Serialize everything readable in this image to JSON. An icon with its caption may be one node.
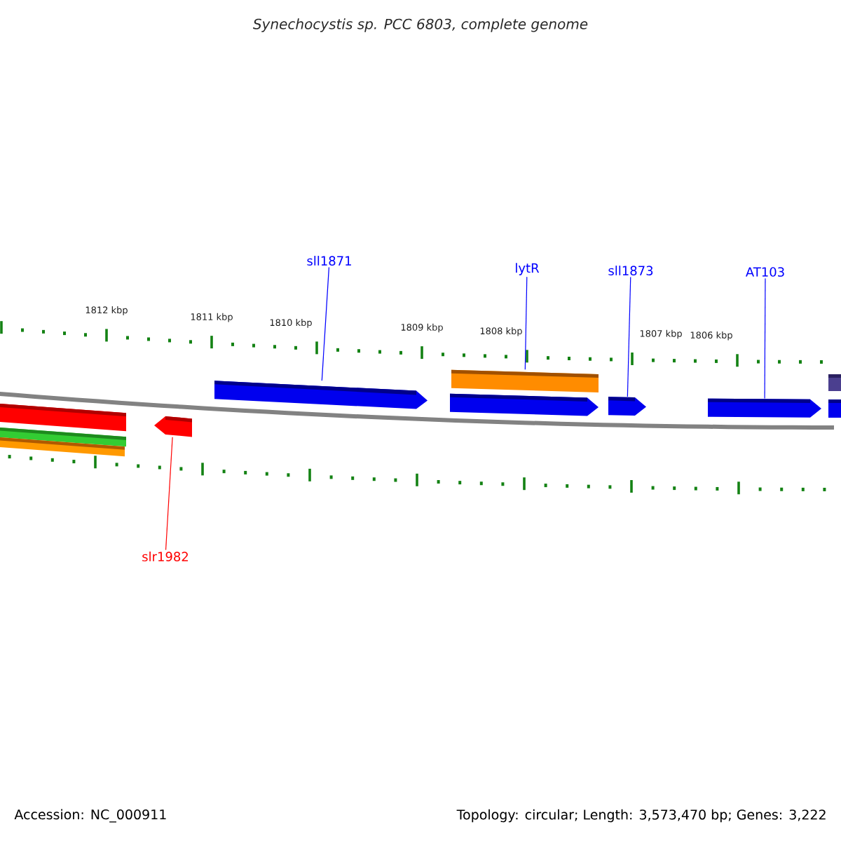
{
  "diagram": {
    "title": "Synechocystis sp. PCC 6803, complete genome",
    "nodes": [
      {
        "text": [
          "sll1871"
        ]
      },
      {
        "text": [
          "lytR"
        ]
      },
      {
        "text": [
          "sll1873"
        ]
      },
      {
        "text": [
          "AT103"
        ]
      },
      {
        "text": [],
        "shape": "bar"
      },
      {
        "text": [],
        "shape": "bar"
      },
      {
        "text": [],
        "shape": "bar"
      },
      {
        "text": [],
        "shape": "pentagon"
      },
      {
        "text": [],
        "shape": "pentagon"
      },
      {
        "text": [],
        "shape": "bar"
      },
      {
        "text": [],
        "shape": "pentagon"
      },
      {
        "text": [],
        "shape": "pentagon"
      },
      {
        "text": [],
        "shape": "pentagon"
      },
      {
        "text": [],
        "shape": "bar"
      },
      {
        "text": [],
        "shape": "bar"
      },
      {
        "text": [
          "slr1982"
        ]
      }
    ],
    "edges": [
      {
        "from": 0,
        "to": 8,
        "arrow": "none"
      },
      {
        "from": 1,
        "to": 9,
        "arrow": "none"
      },
      {
        "from": 2,
        "to": 11,
        "arrow": "none"
      },
      {
        "from": 3,
        "to": 12,
        "arrow": "none"
      },
      {
        "from": 15,
        "to": 7,
        "arrow": "none",
        "color": "#ff0000"
      }
    ],
    "labels": [
      "1812 kbp",
      "1811 kbp",
      "1810 kbp",
      "1809 kbp",
      "1808 kbp",
      "1807 kbp",
      "1806 kbp",
      "Accession: NC_000911",
      "Topology: circular; Length: 3,573,470 bp; Genes: 3,222"
    ]
  }
}
